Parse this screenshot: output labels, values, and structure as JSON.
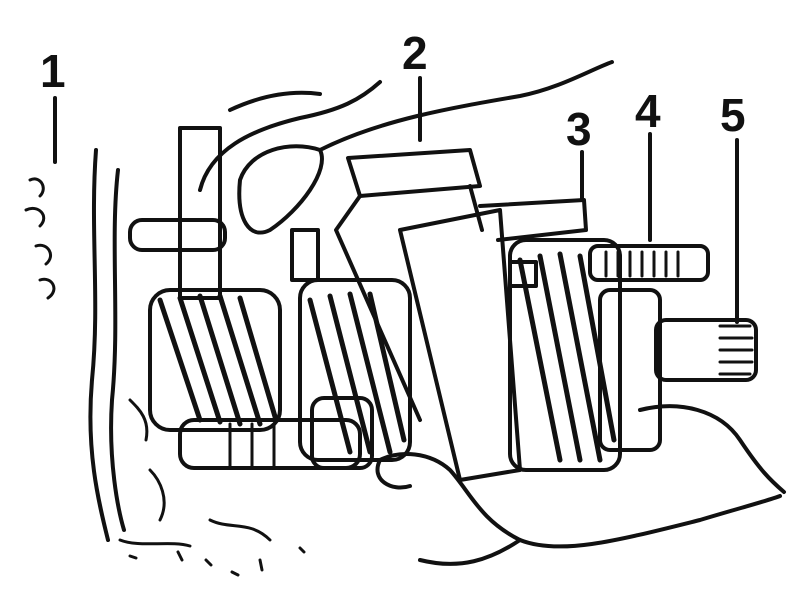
{
  "callouts": {
    "c1": "1",
    "c2": "2",
    "c3": "3",
    "c4": "4",
    "c5": "5"
  },
  "colors": {
    "ink": "#111111",
    "paper": "#ffffff"
  }
}
